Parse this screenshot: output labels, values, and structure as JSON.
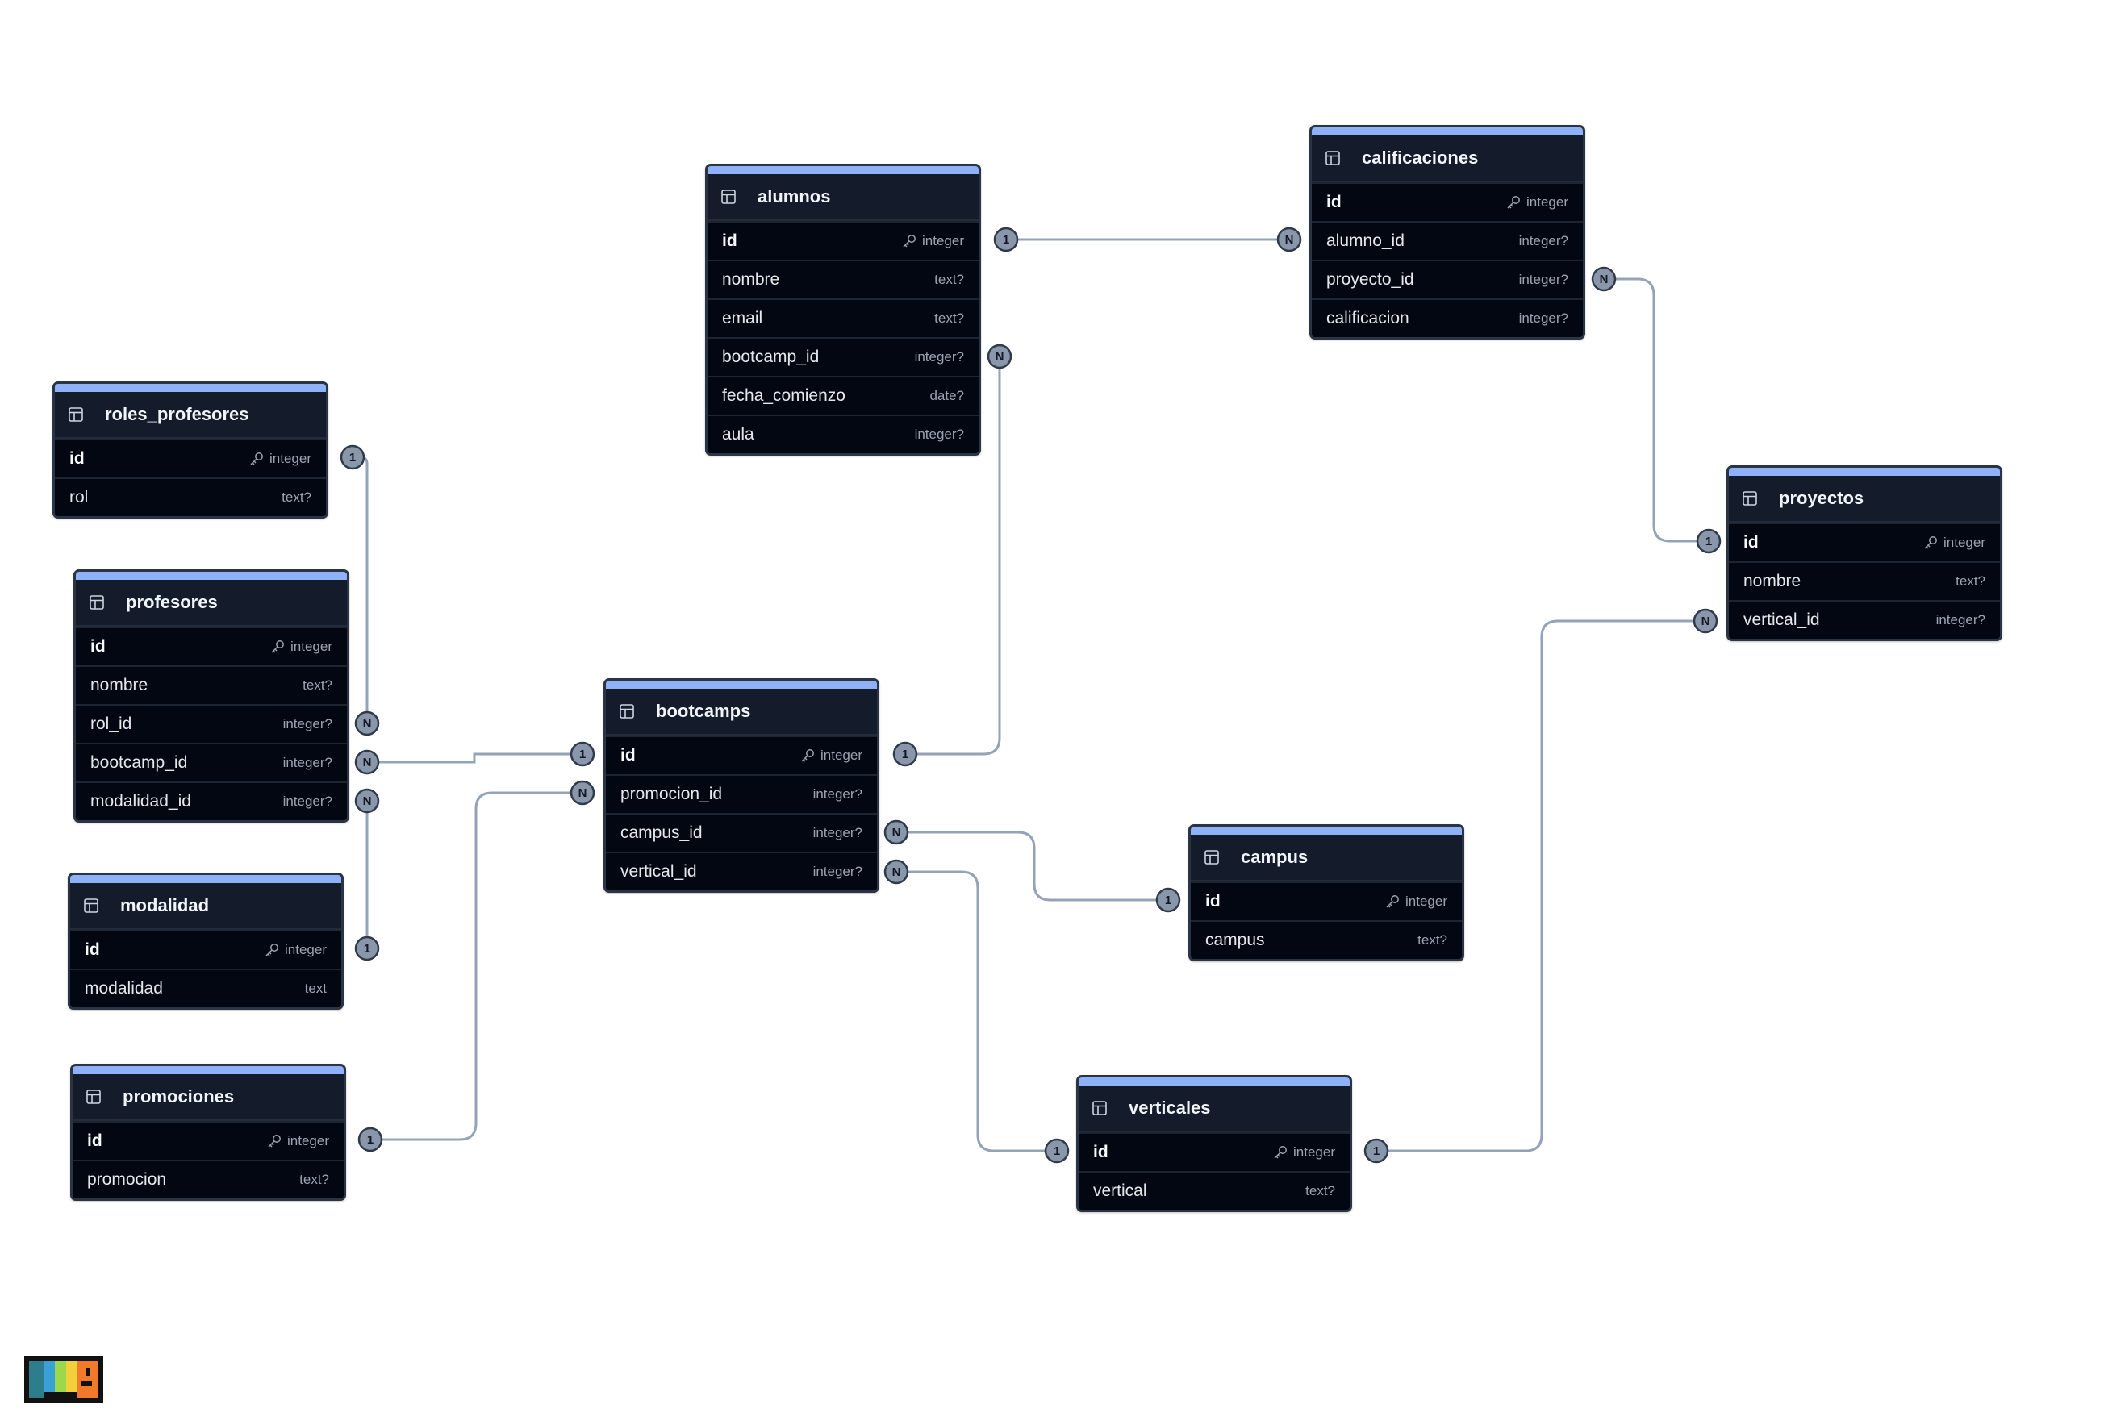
{
  "colors": {
    "canvas": "#ffffff",
    "table_bg": "#0b1120",
    "table_header": "#141c2b",
    "accent": "#8fb1f8",
    "link": "#94a3b8",
    "badge": "#8a96aa"
  },
  "icons": {
    "table": "table-icon",
    "primary_key": "key-icon",
    "logo": "app-logo-icon"
  },
  "tables": {
    "alumnos": {
      "name": "alumnos",
      "fields": [
        {
          "name": "id",
          "type": "integer",
          "pk": true
        },
        {
          "name": "nombre",
          "type": "text?"
        },
        {
          "name": "email",
          "type": "text?"
        },
        {
          "name": "bootcamp_id",
          "type": "integer?"
        },
        {
          "name": "fecha_comienzo",
          "type": "date?"
        },
        {
          "name": "aula",
          "type": "integer?"
        }
      ]
    },
    "calificaciones": {
      "name": "calificaciones",
      "fields": [
        {
          "name": "id",
          "type": "integer",
          "pk": true
        },
        {
          "name": "alumno_id",
          "type": "integer?"
        },
        {
          "name": "proyecto_id",
          "type": "integer?"
        },
        {
          "name": "calificacion",
          "type": "integer?"
        }
      ]
    },
    "roles_profesores": {
      "name": "roles_profesores",
      "fields": [
        {
          "name": "id",
          "type": "integer",
          "pk": true
        },
        {
          "name": "rol",
          "type": "text?"
        }
      ]
    },
    "profesores": {
      "name": "profesores",
      "fields": [
        {
          "name": "id",
          "type": "integer",
          "pk": true
        },
        {
          "name": "nombre",
          "type": "text?"
        },
        {
          "name": "rol_id",
          "type": "integer?"
        },
        {
          "name": "bootcamp_id",
          "type": "integer?"
        },
        {
          "name": "modalidad_id",
          "type": "integer?"
        }
      ]
    },
    "bootcamps": {
      "name": "bootcamps",
      "fields": [
        {
          "name": "id",
          "type": "integer",
          "pk": true
        },
        {
          "name": "promocion_id",
          "type": "integer?"
        },
        {
          "name": "campus_id",
          "type": "integer?"
        },
        {
          "name": "vertical_id",
          "type": "integer?"
        }
      ]
    },
    "proyectos": {
      "name": "proyectos",
      "fields": [
        {
          "name": "id",
          "type": "integer",
          "pk": true
        },
        {
          "name": "nombre",
          "type": "text?"
        },
        {
          "name": "vertical_id",
          "type": "integer?"
        }
      ]
    },
    "modalidad": {
      "name": "modalidad",
      "fields": [
        {
          "name": "id",
          "type": "integer",
          "pk": true
        },
        {
          "name": "modalidad",
          "type": "text"
        }
      ]
    },
    "campus": {
      "name": "campus",
      "fields": [
        {
          "name": "id",
          "type": "integer",
          "pk": true
        },
        {
          "name": "campus",
          "type": "text?"
        }
      ]
    },
    "promociones": {
      "name": "promociones",
      "fields": [
        {
          "name": "id",
          "type": "integer",
          "pk": true
        },
        {
          "name": "promocion",
          "type": "text?"
        }
      ]
    },
    "verticales": {
      "name": "verticales",
      "fields": [
        {
          "name": "id",
          "type": "integer",
          "pk": true
        },
        {
          "name": "vertical",
          "type": "text?"
        }
      ]
    }
  },
  "relations": [
    {
      "from": "alumnos.id",
      "from_label": "1",
      "to": "calificaciones.alumno_id",
      "to_label": "N"
    },
    {
      "from": "proyectos.id",
      "from_label": "1",
      "to": "calificaciones.proyecto_id",
      "to_label": "N"
    },
    {
      "from": "bootcamps.id",
      "from_label": "1",
      "to": "alumnos.bootcamp_id",
      "to_label": "N"
    },
    {
      "from": "roles_profesores.id",
      "from_label": "1",
      "to": "profesores.rol_id",
      "to_label": "N"
    },
    {
      "from": "modalidad.id",
      "from_label": "1",
      "to": "profesores.modalidad_id",
      "to_label": "N"
    },
    {
      "from": "bootcamps.id",
      "from_label": "1",
      "to": "profesores.bootcamp_id",
      "to_label": "N"
    },
    {
      "from": "promociones.id",
      "from_label": "1",
      "to": "bootcamps.promocion_id",
      "to_label": "N"
    },
    {
      "from": "campus.id",
      "from_label": "1",
      "to": "bootcamps.campus_id",
      "to_label": "N"
    },
    {
      "from": "verticales.id",
      "from_label": "1",
      "to": "bootcamps.vertical_id",
      "to_label": "N"
    },
    {
      "from": "verticales.id",
      "from_label": "1",
      "to": "proyectos.vertical_id",
      "to_label": "N"
    }
  ]
}
